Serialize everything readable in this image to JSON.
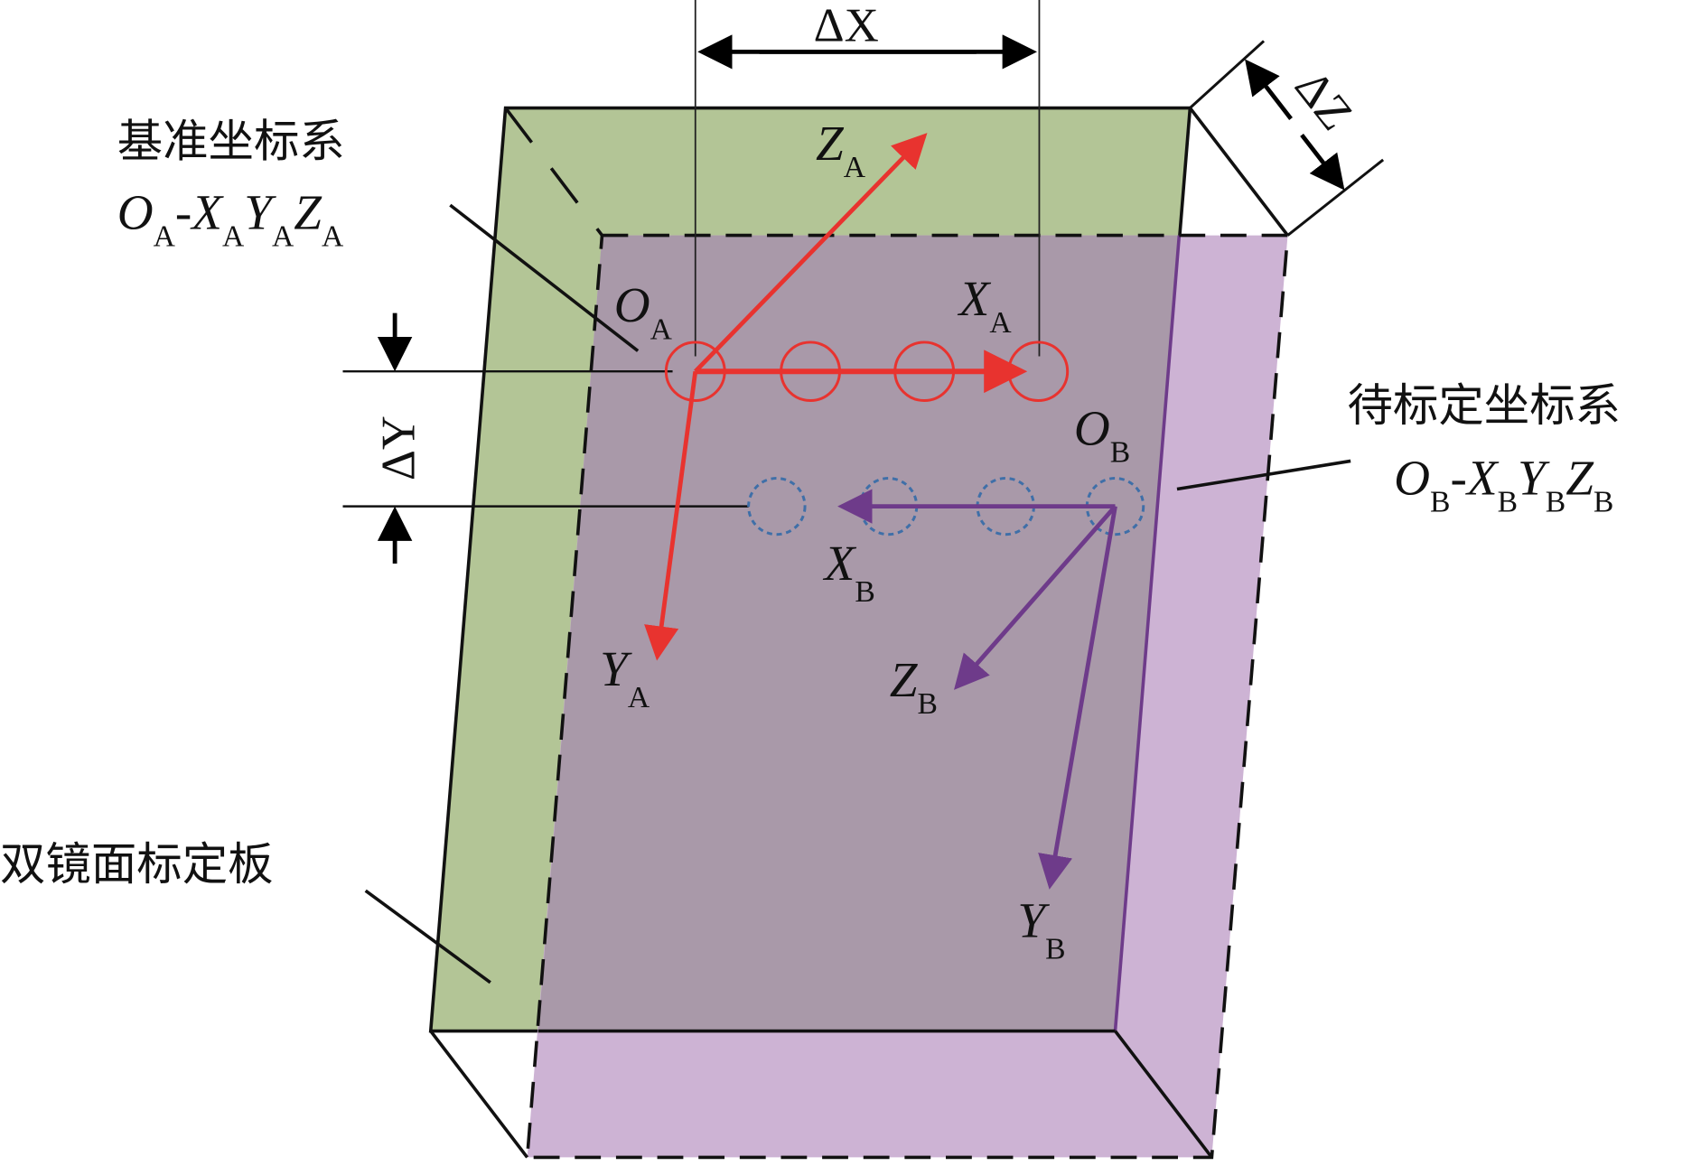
{
  "title_labels": {
    "reference_frame": "基准坐标系",
    "frame_to_calibrate": "待标定坐标系",
    "board": "双镜面标定板"
  },
  "frame_a_formula": {
    "o": "O",
    "o_sub": "A",
    "dash": "-",
    "x": "X",
    "x_sub": "A",
    "y": "Y",
    "y_sub": "A",
    "z": "Z",
    "z_sub": "A"
  },
  "frame_b_formula": {
    "o": "O",
    "o_sub": "B",
    "dash": "-",
    "x": "X",
    "x_sub": "B",
    "y": "Y",
    "y_sub": "B",
    "z": "Z",
    "z_sub": "B"
  },
  "axis_labels": {
    "oa": {
      "main": "O",
      "sub": "A"
    },
    "xa": {
      "main": "X",
      "sub": "A"
    },
    "ya": {
      "main": "Y",
      "sub": "A"
    },
    "za": {
      "main": "Z",
      "sub": "A"
    },
    "ob": {
      "main": "O",
      "sub": "B"
    },
    "xb": {
      "main": "X",
      "sub": "B"
    },
    "yb": {
      "main": "Y",
      "sub": "B"
    },
    "zb": {
      "main": "Z",
      "sub": "B"
    }
  },
  "dimensions": {
    "dx": "ΔX",
    "dy": "ΔY",
    "dz": "ΔZ"
  },
  "colors": {
    "green_plate": "#b3c596",
    "purple_plate": "#cdb3d4",
    "overlap": "#a999a9",
    "red": "#e8332f",
    "purple_arrow": "#6e3b8a",
    "blue_dashed": "#3f6fa8"
  }
}
